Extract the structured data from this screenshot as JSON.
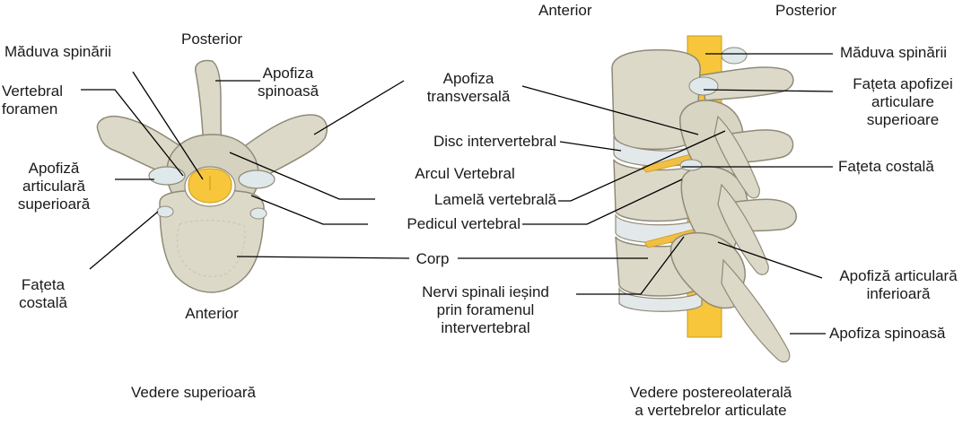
{
  "colors": {
    "bone": "#ddd9c8",
    "bone_shade": "#bdb7a2",
    "bone_outline": "#8f8a78",
    "cartilage": "#dfe8ea",
    "spinal_cord": "#f7c63a",
    "nerve": "#f2bf45",
    "leader_line": "#000000",
    "text": "#1a1a1a"
  },
  "left_view": {
    "label_posterior": "Posterior",
    "label_anterior": "Anterior",
    "label_spinal_cord": "Măduva spinării",
    "label_vertebral_foramen": "Vertebral\nforamen",
    "label_spinous_process": "Apofiza\nspinoasă",
    "label_superior_articular": "Apofiză\narticulară\nsuperioară",
    "label_costal_facet": "Fațeta\ncostală",
    "caption": "Vedere superioară"
  },
  "center_labels": {
    "transverse_process": "Apofiza\ntransversală",
    "intervertebral_disc": "Disc intervertebral",
    "vertebral_arch": "Arcul Vertebral",
    "lamina": "Lamelă vertebrală",
    "pedicle": "Pedicul vertebral",
    "body": "Corp",
    "spinal_nerves": "Nervi spinali ieșind\nprin foramenul\nintervertebral"
  },
  "right_view": {
    "label_anterior": "Anterior",
    "label_posterior": "Posterior",
    "label_spinal_cord": "Măduva spinării",
    "label_superior_articular_facet": "Fațeta apofizei\narticulare\nsuperioare",
    "label_costal_facet": "Fațeta costală",
    "label_inferior_articular": "Apofiză articulară\ninferioară",
    "label_spinous_process": "Apofiza spinoasă",
    "caption": "Vedere postereolaterală\na vertebrelor articulate"
  }
}
